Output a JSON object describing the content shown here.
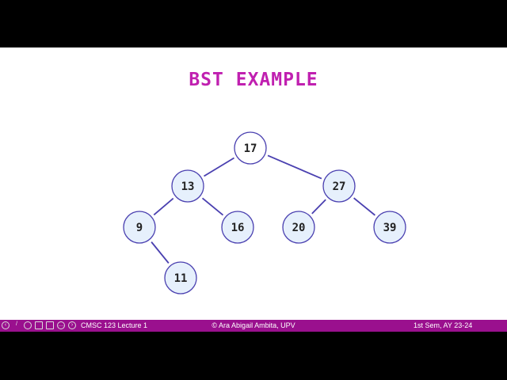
{
  "slide": {
    "title": "BST EXAMPLE"
  },
  "tree": {
    "nodes": [
      {
        "id": "n17",
        "value": "17",
        "root": true
      },
      {
        "id": "n13",
        "value": "13"
      },
      {
        "id": "n27",
        "value": "27"
      },
      {
        "id": "n9",
        "value": "9"
      },
      {
        "id": "n16",
        "value": "16"
      },
      {
        "id": "n20",
        "value": "20"
      },
      {
        "id": "n39",
        "value": "39"
      },
      {
        "id": "n11",
        "value": "11"
      }
    ],
    "edges": [
      [
        "n17",
        "n13"
      ],
      [
        "n17",
        "n27"
      ],
      [
        "n13",
        "n9"
      ],
      [
        "n13",
        "n16"
      ],
      [
        "n27",
        "n20"
      ],
      [
        "n27",
        "n39"
      ],
      [
        "n9",
        "n11"
      ]
    ],
    "colors": {
      "edge": "#4a40b0",
      "node_fill": "#e6f0fc",
      "root_fill": "#ffffff",
      "title": "#c020b0",
      "footer": "#9a108e"
    }
  },
  "footer": {
    "left": "CMSC 123 Lecture 1",
    "center": "© Ara Abigail Ambita, UPV",
    "right": "1st Sem, AY 23-24"
  },
  "toolbar": {
    "icons": [
      "back-icon",
      "pen-icon",
      "zoom-icon",
      "captions-icon",
      "slides-icon",
      "more-icon",
      "forward-icon"
    ]
  }
}
